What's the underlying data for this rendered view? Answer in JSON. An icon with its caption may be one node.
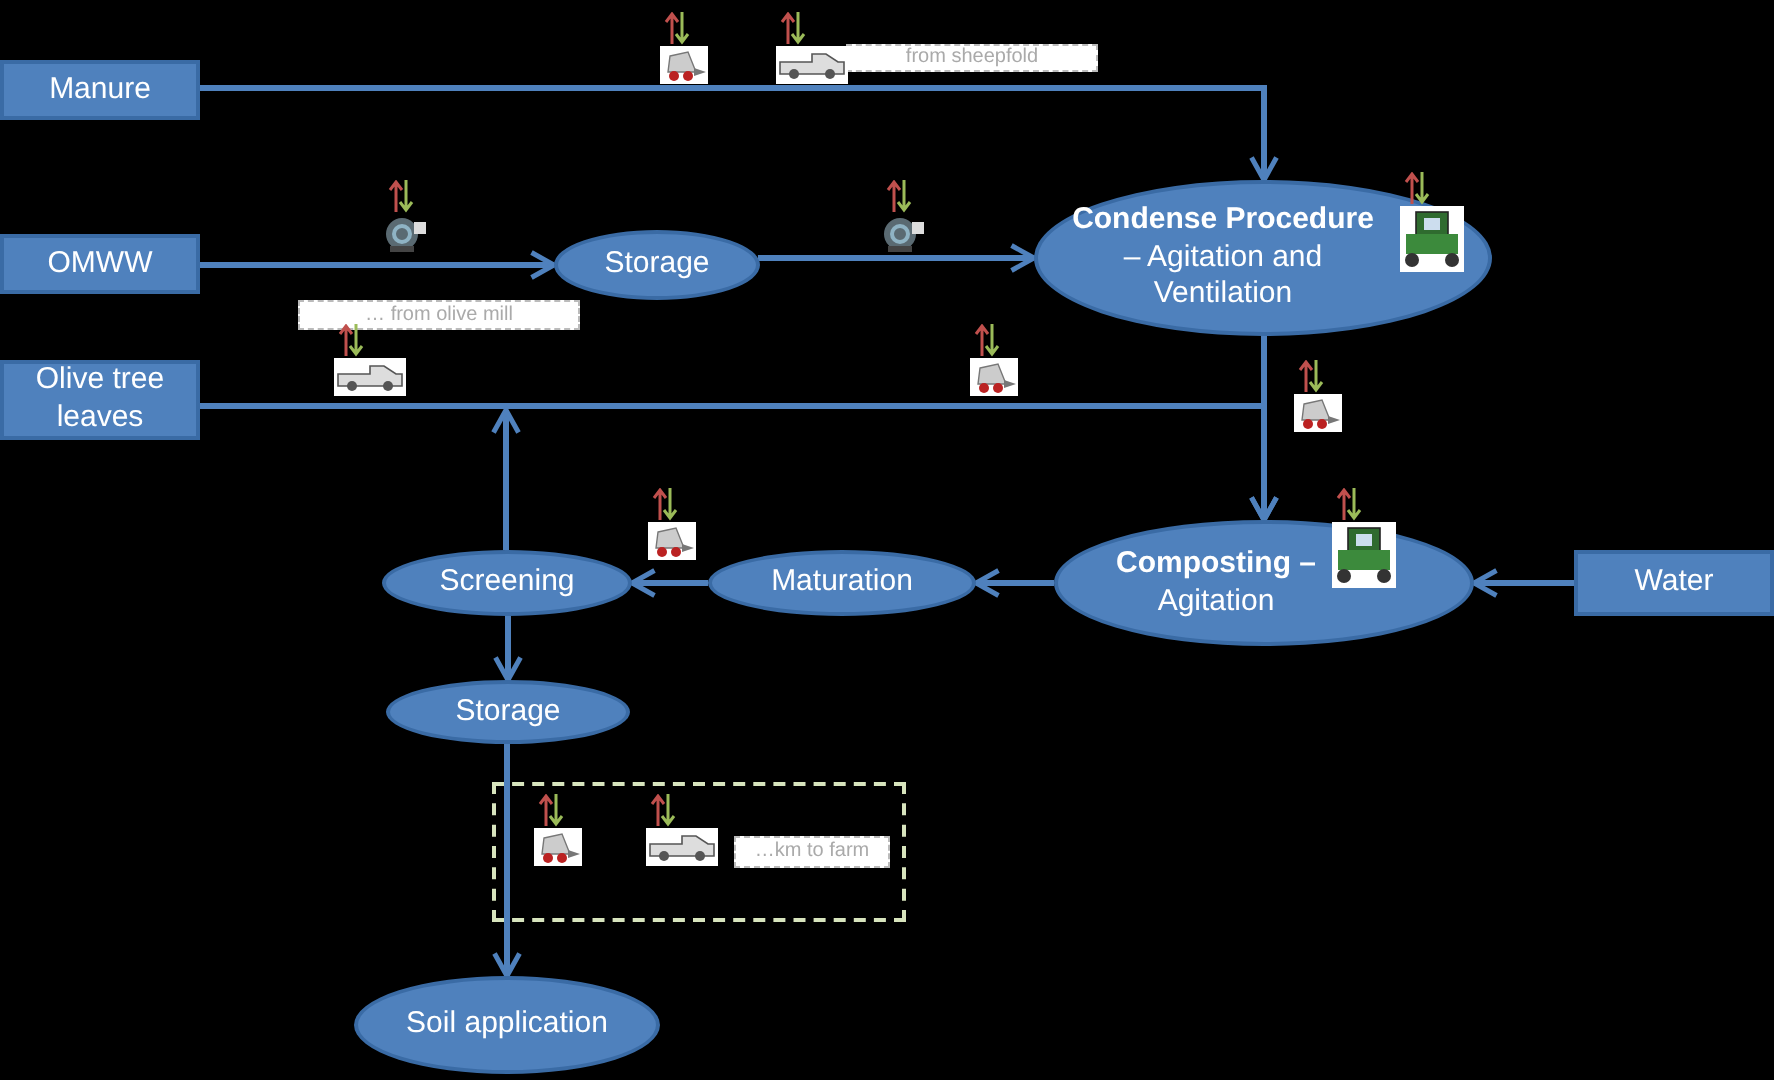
{
  "diagram": {
    "nodes": [
      {
        "text": [
          "Manure"
        ]
      },
      {
        "text": [
          "from sheepfold"
        ]
      },
      {
        "text": [
          "OMWW"
        ]
      },
      {
        "text": [
          "Storage"
        ]
      },
      {
        "text": [
          "**Condense Procedure** – Agitation  and Ventilation"
        ]
      },
      {
        "text": [
          "… from olive mill"
        ]
      },
      {
        "text": [
          "Olive tree leaves"
        ]
      },
      {
        "text": [
          "Screening"
        ]
      },
      {
        "text": [
          "Maturation"
        ]
      },
      {
        "text": [
          "**Composting –** Agitation"
        ]
      },
      {
        "text": [
          "Water"
        ]
      },
      {
        "text": [
          "Storage"
        ]
      },
      {
        "text": [],
        "shape": "box"
      },
      {
        "text": [
          "…km to farm"
        ],
        "in": 12
      },
      {
        "text": [
          "Soil application"
        ]
      }
    ],
    "edges": [
      {
        "from": 0,
        "to": 4,
        "arrow": "to"
      },
      {
        "from": 2,
        "to": 3,
        "arrow": "to"
      },
      {
        "from": 3,
        "to": 4,
        "arrow": "to"
      },
      {
        "from": 6,
        "to": 9,
        "arrow": "to"
      },
      {
        "from": 4,
        "to": 9,
        "arrow": "to"
      },
      {
        "from": 10,
        "to": 9,
        "arrow": "to"
      },
      {
        "from": 9,
        "to": 8,
        "arrow": "to"
      },
      {
        "from": 8,
        "to": 7,
        "arrow": "to"
      },
      {
        "from": 7,
        "to": null,
        "arrow": "to"
      },
      {
        "from": 7,
        "to": 11,
        "arrow": "to"
      },
      {
        "from": 11,
        "to": 14,
        "arrow": "to"
      }
    ]
  }
}
